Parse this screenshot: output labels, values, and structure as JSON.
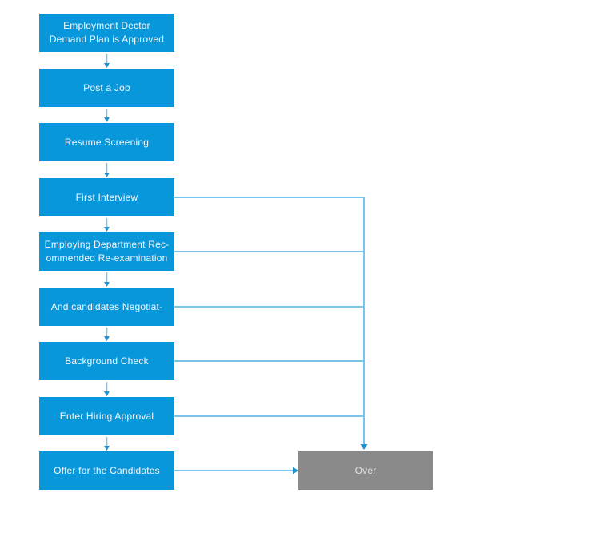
{
  "flowchart": {
    "boxes": [
      {
        "label": "Employment Dector\nDemand Plan is Approved"
      },
      {
        "label": "Post a Job"
      },
      {
        "label": "Resume Screening"
      },
      {
        "label": "First Interview"
      },
      {
        "label": "Employing Department Rec-\nommended Re-examination"
      },
      {
        "label": "And candidates Negotiat-"
      },
      {
        "label": "Background Check"
      },
      {
        "label": "Enter Hiring Approval"
      },
      {
        "label": "Offer for the Candidates"
      }
    ],
    "end_box": {
      "label": "Over"
    },
    "colors": {
      "box_fill": "#0997DB",
      "end_box_fill": "#8A8A8A",
      "connector": "#7CC4EA",
      "arrowhead": "#2191D0",
      "box_text": "#F2F8FC",
      "end_box_text": "#E3E3E3"
    }
  }
}
